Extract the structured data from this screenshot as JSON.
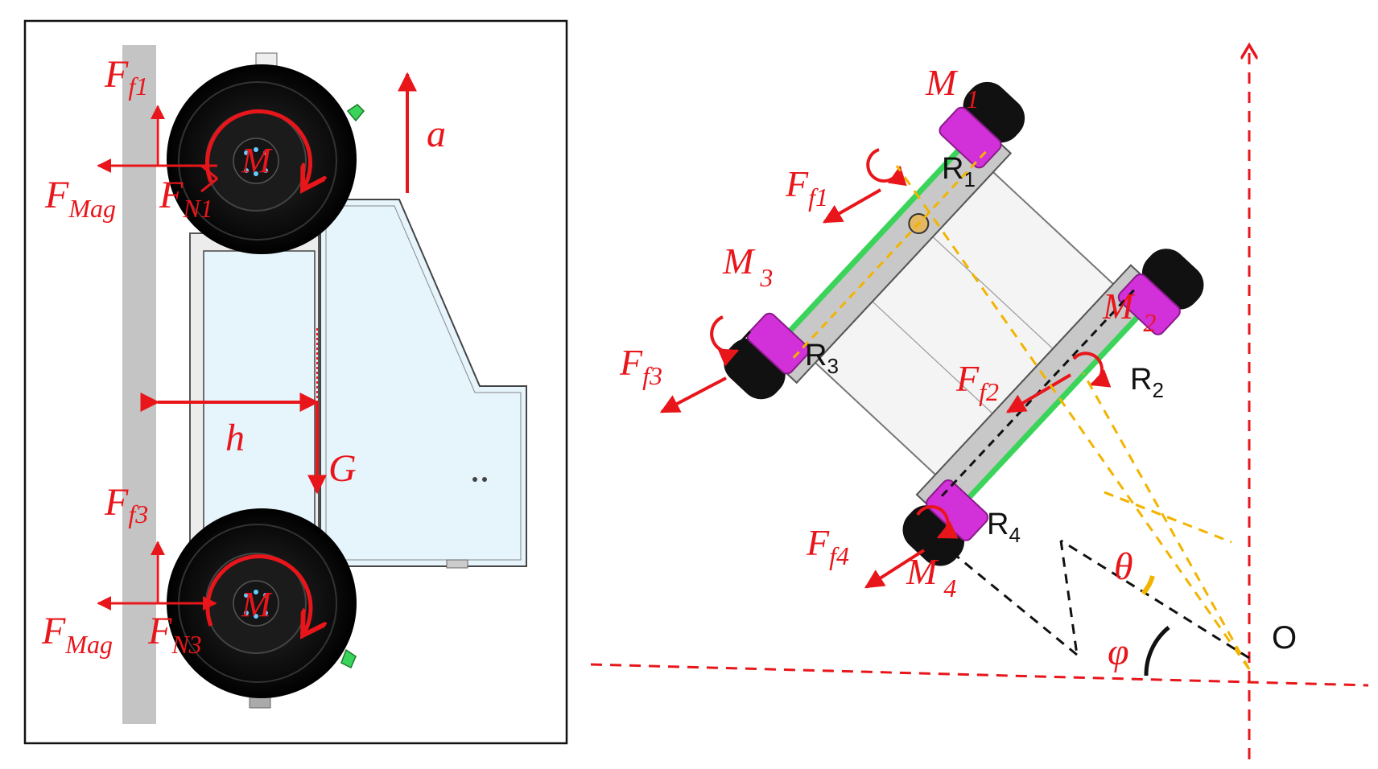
{
  "left_panel": {
    "f_f1": {
      "main": "F",
      "sub": "f1"
    },
    "f_mag_top": {
      "main": "F",
      "sub": "Mag"
    },
    "f_n1": {
      "main": "F",
      "sub": "N1"
    },
    "m_top": "M",
    "accel": "a",
    "h": "h",
    "g": "G",
    "f_f3": {
      "main": "F",
      "sub": "f3"
    },
    "f_mag_bottom": {
      "main": "F",
      "sub": "Mag"
    },
    "f_n3": {
      "main": "F",
      "sub": "N3"
    },
    "m_bottom": "M"
  },
  "right_panel": {
    "m1": {
      "main": "M",
      "sub": "1"
    },
    "m2": {
      "main": "M",
      "sub": "2"
    },
    "m3": {
      "main": "M",
      "sub": "3"
    },
    "m4": {
      "main": "M",
      "sub": "4"
    },
    "ff1": {
      "main": "F",
      "sub": "f1"
    },
    "ff2": {
      "main": "F",
      "sub": "f2"
    },
    "ff3": {
      "main": "F",
      "sub": "f3"
    },
    "ff4": {
      "main": "F",
      "sub": "f4"
    },
    "r1": {
      "main": "R",
      "sub": "1"
    },
    "r2": {
      "main": "R",
      "sub": "2"
    },
    "r3": {
      "main": "R",
      "sub": "3"
    },
    "r4": {
      "main": "R",
      "sub": "4"
    },
    "theta": "θ",
    "phi": "φ",
    "origin": "O"
  },
  "colors": {
    "force": "#e8161b",
    "wheel_hub": "#d230d8",
    "frame": "#c8c8c8",
    "strut": "#3bd45a",
    "yellow_dash": "#f2b400",
    "wall": "#c4c4c4",
    "body_fill": "#e6f4fb"
  }
}
